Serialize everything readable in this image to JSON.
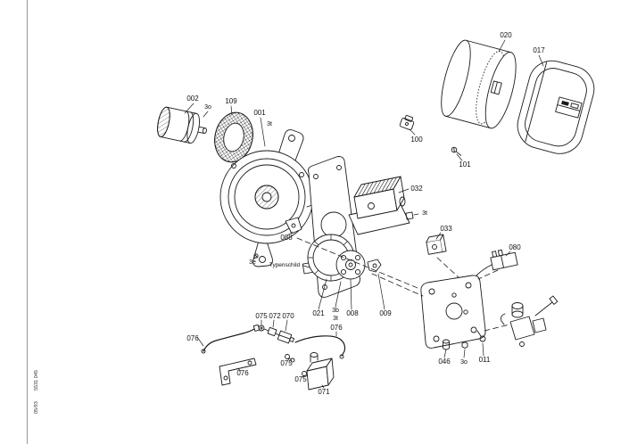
{
  "page": {
    "background": "#ffffff",
    "ink": "#1b1b1b"
  },
  "annotations": {
    "nameplate": "Typenschild",
    "margin_text_top": "5531 045",
    "margin_text_bottom": "05/93"
  },
  "part_labels": {
    "cover_drum": "020",
    "hood": "017",
    "clamp": "100",
    "screw_hood": "101",
    "motor": "002",
    "screw_motor": "3o",
    "gasket": "109",
    "housing": "001",
    "screw_housing": "3t",
    "control_unit": "032",
    "coupling_screw": "3t",
    "sensor_block": "033",
    "plug_connector": "080",
    "bracket_small": "088",
    "screw_flange": "3e",
    "flange_disc": "021",
    "screw_3b": "3b",
    "screw_3t_hub": "3t",
    "pump_hub": "008",
    "nozzle_fitting": "009",
    "damper_stud": "046",
    "nut_plate": "3o",
    "bolt": "011",
    "oil_pipe_left": "076",
    "union_a": "075",
    "nipple": "072",
    "filter_elbow": "070",
    "oil_pipe_right": "076",
    "union_b": "075",
    "bracket_strip": "076",
    "union_c": "075",
    "solenoid_valve": "071"
  }
}
